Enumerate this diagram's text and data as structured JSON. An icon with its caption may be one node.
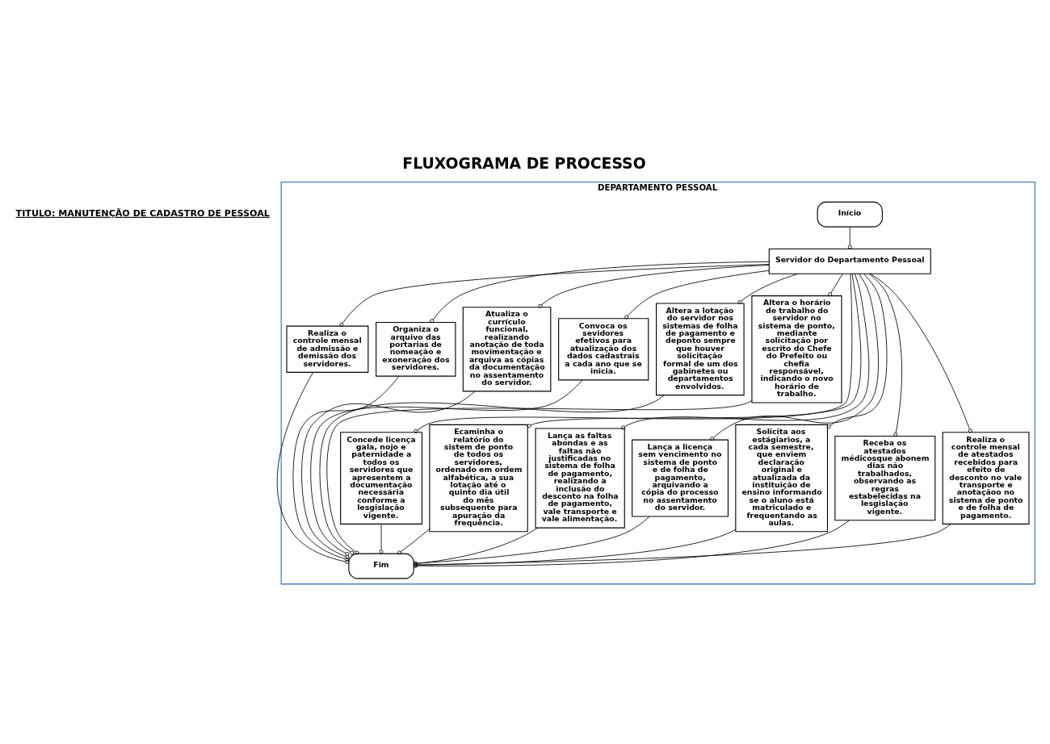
{
  "diagram": {
    "title": "FLUXOGRAMA DE PROCESSO",
    "nodes": [
      {
        "text": [
          "DEPARTAMENTO PESSOAL"
        ]
      },
      {
        "text": [
          "Início"
        ],
        "in": 0
      },
      {
        "text": [
          "Servidor do Departamento Pessoal"
        ],
        "in": 0
      },
      {
        "text": [
          "Realiza o controle mensal de admissão e demissão dos servidores."
        ],
        "in": 0
      },
      {
        "text": [
          "Organiza o arquivo das portarias de nomeação e exoneração dos servidores."
        ],
        "in": 0
      },
      {
        "text": [
          "Atualiza o currículo funcional, realizando anotação de toda movimentação e arquiva as cópias da documentação no assentamento do servidor."
        ],
        "in": 0
      },
      {
        "text": [
          "Convoca os sevidores efetivos para atualização dos dados cadastrais a cada ano que se inicia."
        ],
        "in": 0
      },
      {
        "text": [
          "Altera a lotação do servidor nos sistemas de folha de pagamento e deponto sempre que houver solicitação formal de um dos gabinetes ou departamentos envolvidos."
        ],
        "in": 0
      },
      {
        "text": [
          "Altera o horário de trabalho do servidor no sistema de ponto, mediante solicitação por escrito do Chefe do Prefeito ou chefia responsável, indicando o novo horário de trabalho."
        ],
        "in": 0
      },
      {
        "text": [
          "Concede licença gala, nojo e paternidade a todos os servidores que apresentem a documentação necessária conforme a lesgislação vigente."
        ],
        "in": 0
      },
      {
        "text": [
          "Ecaminha o relatório do sistem de ponto de todos os servidores, ordenado em ordem alfabética, a sua lotação até o quinto dia útil do mês subsequente para apuração da frequência."
        ],
        "in": 0
      },
      {
        "text": [
          "Lança as faltas abondas e as faltas não justificadas no sistema de folha de pagamento, realizando a inclusão do desconto na folha de pagamento, vale transporte e vale alimentação."
        ],
        "in": 0
      },
      {
        "text": [
          "Lança a licença sem vencimento no sistema de ponto e de folha de pagamento, arquivando a cópia do processo no assentamento do servidor."
        ],
        "in": 0
      },
      {
        "text": [
          "Solicita aos estágiarios, a cada semestre, que enviem declaração original e atualizada da instituição de ensino informando se o aluno está matriculado e frequentando as aulas."
        ],
        "in": 0
      },
      {
        "text": [
          "Receba os atestados médicosque abonem dias não trabalhados, observando as regras estabelecidas na lesgislação vigente."
        ],
        "in": 0
      },
      {
        "text": [
          "Realiza o controle mensal de atestados recebidos para efeito de desconto no vale transporte e anotaçãoo no sistema de ponto e de folha de pagamento."
        ],
        "in": 0
      },
      {
        "text": [
          "Fim"
        ],
        "in": 0
      }
    ],
    "edges": [
      {
        "from": 1,
        "to": 2,
        "arrow": "other"
      },
      {
        "from": 2,
        "to": 3,
        "arrow": "other"
      },
      {
        "from": 2,
        "to": 4,
        "arrow": "other"
      },
      {
        "from": 2,
        "to": 5,
        "arrow": "other"
      },
      {
        "from": 2,
        "to": 6,
        "arrow": "other"
      },
      {
        "from": 2,
        "to": 7,
        "arrow": "other"
      },
      {
        "from": 2,
        "to": 8,
        "arrow": "other"
      },
      {
        "from": 2,
        "to": 9,
        "arrow": "other"
      },
      {
        "from": 2,
        "to": 10,
        "arrow": "other"
      },
      {
        "from": 2,
        "to": 11,
        "arrow": "other"
      },
      {
        "from": 2,
        "to": 12,
        "arrow": "other"
      },
      {
        "from": 2,
        "to": 13,
        "arrow": "other"
      },
      {
        "from": 2,
        "to": 14,
        "arrow": "other"
      },
      {
        "from": 2,
        "to": 15,
        "arrow": "other"
      },
      {
        "from": 3,
        "to": 16,
        "arrow": "other"
      },
      {
        "from": 4,
        "to": 16,
        "arrow": "other"
      },
      {
        "from": 5,
        "to": 16,
        "arrow": "other"
      },
      {
        "from": 6,
        "to": 16,
        "arrow": "other"
      },
      {
        "from": 7,
        "to": 16,
        "arrow": "other"
      },
      {
        "from": 8,
        "to": 16,
        "arrow": "other"
      },
      {
        "from": 9,
        "to": 16,
        "arrow": "other"
      },
      {
        "from": 10,
        "to": 16,
        "arrow": "other"
      },
      {
        "from": 11,
        "to": 16,
        "arrow": "other"
      },
      {
        "from": 12,
        "to": 16,
        "arrow": "other"
      },
      {
        "from": 13,
        "to": 16,
        "arrow": "other"
      },
      {
        "from": 14,
        "to": 16,
        "arrow": "other"
      },
      {
        "from": 15,
        "to": 16,
        "arrow": "other"
      }
    ],
    "labels": [
      "TITULO: MANUTENÇÃO DE CADASTRO DE PESSOAL"
    ]
  }
}
